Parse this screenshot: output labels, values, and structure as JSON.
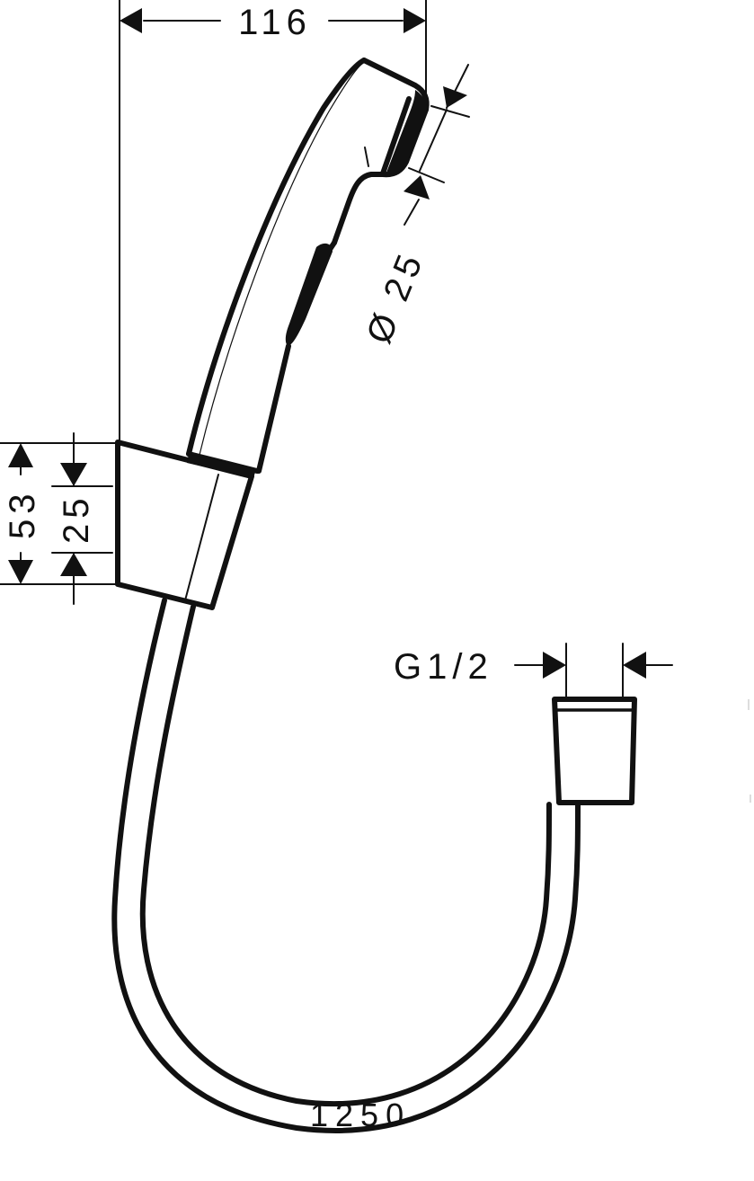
{
  "drawing": {
    "type": "technical dimension drawing",
    "subject": "hand shower with wall holder and hose",
    "colors": {
      "line": "#111111",
      "background": "#ffffff"
    }
  },
  "dimensions": {
    "handshower_width": {
      "value": "116",
      "orientation": "horizontal"
    },
    "head_diameter": {
      "symbol": "Ø",
      "value": "25",
      "orientation": "rotated"
    },
    "holder_height": {
      "value": "53",
      "orientation": "vertical"
    },
    "holder_inner": {
      "value": "25",
      "orientation": "vertical"
    },
    "connection_thread": {
      "value": "G1/2",
      "orientation": "horizontal"
    },
    "hose_length": {
      "value": "1250",
      "orientation": "horizontal"
    }
  },
  "components": [
    {
      "name": "hand shower",
      "position": "top"
    },
    {
      "name": "wall holder",
      "position": "left middle"
    },
    {
      "name": "hose",
      "position": "bottom loop"
    },
    {
      "name": "hose connector nut",
      "position": "right middle"
    }
  ]
}
